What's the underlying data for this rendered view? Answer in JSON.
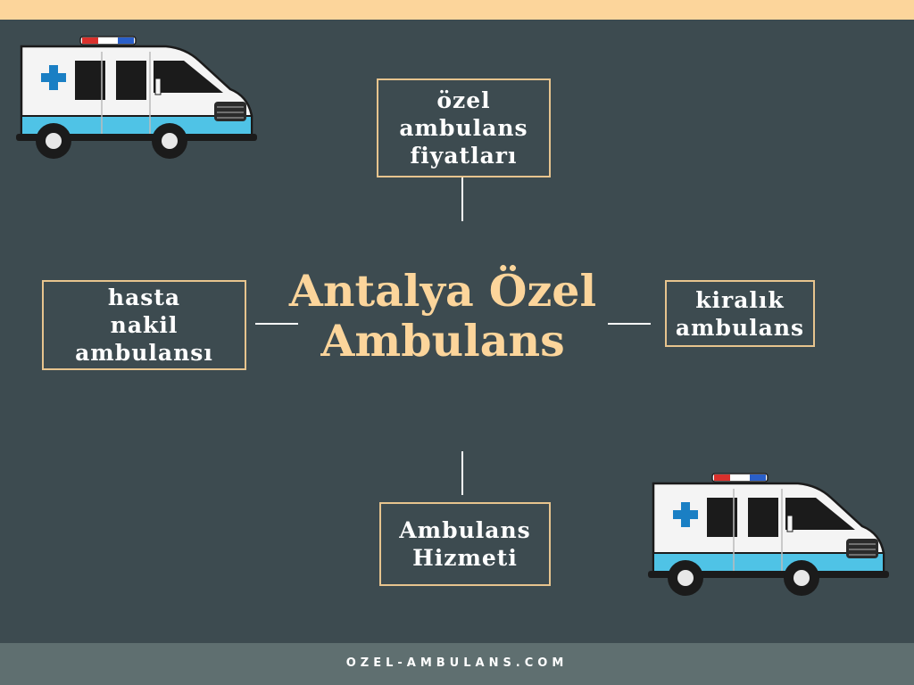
{
  "title": {
    "line1": "Antalya Özel",
    "line2": "Ambulans"
  },
  "boxes": {
    "top": [
      "özel",
      "ambulans",
      "fiyatları"
    ],
    "left": [
      "hasta",
      "nakil",
      "ambulansı"
    ],
    "right": [
      "kiralık",
      "ambulans"
    ],
    "bottom": [
      "Ambulans",
      "Hizmeti"
    ]
  },
  "footer": {
    "website": "OZEL-AMBULANS.COM"
  },
  "colors": {
    "background": "#3d4b50",
    "accent": "#fcd59b",
    "box_border": "#e7c48e",
    "footer": "#5f6f70",
    "ambulance_stripe": "#4fc3e6",
    "cross": "#1a7fc4"
  },
  "icons": [
    "ambulance-icon",
    "ambulance-icon"
  ]
}
